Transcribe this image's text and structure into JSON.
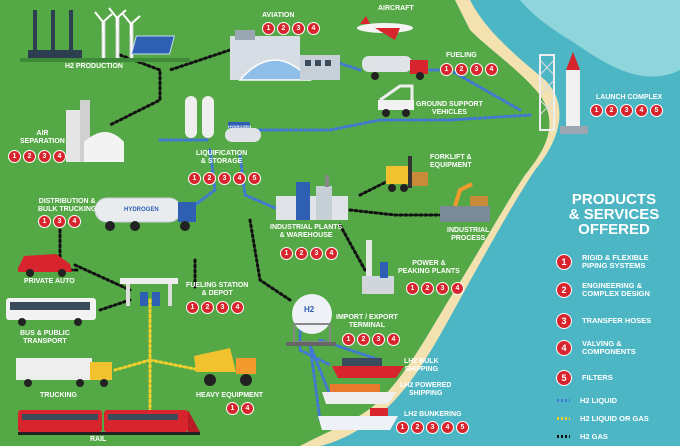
{
  "labels": {
    "h2_production": "H2 PRODUCTION",
    "aviation": "AVIATION",
    "aircraft": "AIRCRAFT",
    "fueling": "FUELING",
    "ground_support_1": "GROUND SUPPORT",
    "ground_support_2": "VEHICLES",
    "launch_complex": "LAUNCH COMPLEX",
    "air_sep_1": "AIR",
    "air_sep_2": "SEPARATION",
    "liquification_1": "LIQUIFICATION",
    "liquification_2": "& STORAGE",
    "forklift_1": "FORKLIFT &",
    "forklift_2": "EQUIPMENT",
    "distribution_1": "DISTRIBUTION &",
    "distribution_2": "BULK TRUCKING",
    "truck_text": "HYDROGEN",
    "tank_text": "HYDROGEN",
    "industrial_plants_1": "INDUSTRIAL PLANTS",
    "industrial_plants_2": "& WAREHOUSE",
    "industrial_process_1": "INDUSTRIAL",
    "industrial_process_2": "PROCESS",
    "private_auto": "PRIVATE AUTO",
    "fueling_station_1": "FUELING STATION",
    "fueling_station_2": "& DEPOT",
    "power_1": "POWER &",
    "power_2": "PEAKING PLANTS",
    "bus_1": "BUS & PUBLIC",
    "bus_2": "TRANSPORT",
    "import_1": "IMPORT / EXPORT",
    "import_2": "TERMINAL",
    "h2_symbol": "H2",
    "bulk_ship_1": "LH2 BULK",
    "bulk_ship_2": "SHIPPING",
    "trucking": "TRUCKING",
    "heavy_1": "HEAVY EQUIPMENT",
    "powered_ship_1": "LH2 POWERED",
    "powered_ship_2": "SHIPPING",
    "rail": "RAIL",
    "bunkering": "LH2 BUNKERING"
  },
  "badges": {
    "aviation": [
      "1",
      "2",
      "3",
      "4"
    ],
    "fueling": [
      "1",
      "2",
      "3",
      "4"
    ],
    "launch": [
      "1",
      "2",
      "3",
      "4",
      "5"
    ],
    "air_sep": [
      "1",
      "2",
      "3",
      "4"
    ],
    "liquification": [
      "1",
      "2",
      "3",
      "4",
      "5"
    ],
    "distribution": [
      "1",
      "3",
      "4"
    ],
    "industrial_plants": [
      "1",
      "2",
      "3",
      "4"
    ],
    "fueling_station": [
      "1",
      "2",
      "3",
      "4"
    ],
    "power": [
      "1",
      "2",
      "3",
      "4"
    ],
    "import": [
      "1",
      "2",
      "3",
      "4"
    ],
    "heavy": [
      "1",
      "4"
    ],
    "bunkering": [
      "1",
      "2",
      "3",
      "4",
      "5"
    ]
  },
  "legend": {
    "title_1": "PRODUCTS",
    "title_2": "& SERVICES",
    "title_3": "OFFERED",
    "services": [
      {
        "num": "1",
        "line1": "RIGID & FLEXIBLE",
        "line2": "PIPING SYSTEMS"
      },
      {
        "num": "2",
        "line1": "ENGINEERING &",
        "line2": "COMPLEX DESIGN"
      },
      {
        "num": "3",
        "line1": "TRANSFER HOSES",
        "line2": ""
      },
      {
        "num": "4",
        "line1": "VALVING &",
        "line2": "COMPONENTS"
      },
      {
        "num": "5",
        "line1": "FILTERS",
        "line2": ""
      }
    ],
    "lines": [
      {
        "label": "H2 LIQUID",
        "color": "#3f78d6"
      },
      {
        "label": "H2 LIQUID OR GAS",
        "color": "#f2cf2e"
      },
      {
        "label": "H2 GAS",
        "color": "#111111"
      }
    ]
  },
  "colors": {
    "grass": "#55a846",
    "sea": "#4db6c4",
    "sea_light": "#8fd6dc",
    "sand": "#f3e2b0",
    "badge": "#d8242c"
  }
}
